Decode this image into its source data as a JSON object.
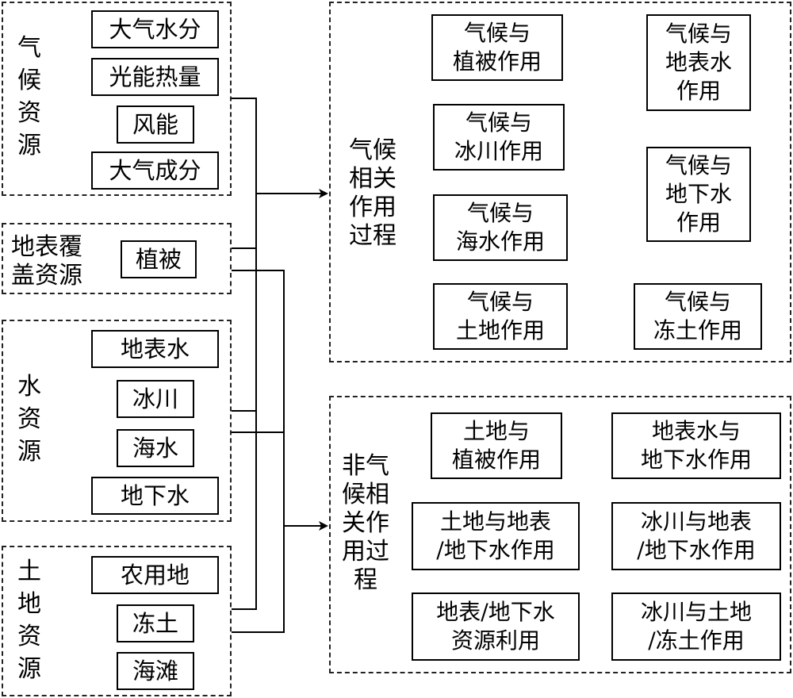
{
  "resources": {
    "climate": {
      "label": "气候资源",
      "items": [
        "大气水分",
        "光能热量",
        "风能",
        "大气成分"
      ]
    },
    "surface": {
      "label_line1": "地表覆",
      "label_line2": "盖资源",
      "items": [
        "植被"
      ]
    },
    "water": {
      "label": "水资源",
      "items": [
        "地表水",
        "冰川",
        "海水",
        "地下水"
      ]
    },
    "land": {
      "label": "土地资源",
      "items": [
        "农用地",
        "冻土",
        "海滩"
      ]
    }
  },
  "processes": {
    "climate_related": {
      "label": "气候相关作用过程",
      "boxes": [
        {
          "line1": "气候与",
          "line2": "植被作用"
        },
        {
          "line1": "气候与",
          "line2": "地表水",
          "line3": "作用"
        },
        {
          "line1": "气候与",
          "line2": "冰川作用"
        },
        {
          "line1": "气候与",
          "line2": "地下水",
          "line3": "作用"
        },
        {
          "line1": "气候与",
          "line2": "海水作用"
        },
        {
          "line1": "气候与",
          "line2": "土地作用"
        },
        {
          "line1": "气候与",
          "line2": "冻土作用"
        }
      ]
    },
    "non_climate": {
      "label": "非气候相关作用过程",
      "boxes": [
        {
          "line1": "土地与",
          "line2": "植被作用"
        },
        {
          "line1": "地表水与",
          "line2": "地下水作用"
        },
        {
          "line1": "土地与地表",
          "line2": "/地下水作用"
        },
        {
          "line1": "冰川与地表",
          "line2": "/地下水作用"
        },
        {
          "line1": "地表/地下水",
          "line2": "资源利用"
        },
        {
          "line1": "冰川与土地",
          "line2": "/冻土作用"
        }
      ]
    }
  }
}
